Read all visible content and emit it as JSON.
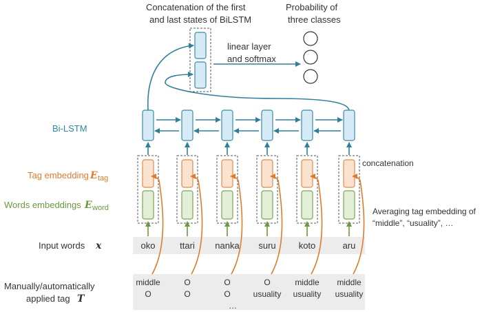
{
  "top": {
    "concat_title_line1": "Concatenation of the first",
    "concat_title_line2": "and last states of BiLSTM",
    "prob_title_line1": "Probability of",
    "prob_title_line2": "three classes",
    "linear_line1": "linear layer",
    "linear_line2": "and softmax"
  },
  "labels": {
    "bilstm": "Bi-LSTM",
    "tag_embedding": "Tag embedding",
    "tag_symbol": "E",
    "tag_sub": "tag",
    "word_embedding": "Words embeddings",
    "word_symbol": "E",
    "word_sub": "word",
    "input_words": "Input words",
    "input_symbol": "x",
    "applied_line1": "Manually/automatically",
    "applied_line2": "applied tag",
    "applied_symbol": "T",
    "concatenation": "concatenation",
    "averaging_line1": "Averaging tag embedding of",
    "averaging_line2": "“middle”, “usuality”, …"
  },
  "words": [
    "oko",
    "ttari",
    "nanka",
    "suru",
    "koto",
    "aru"
  ],
  "tags": [
    [
      "middle",
      "O"
    ],
    [
      "O",
      "O"
    ],
    [
      "O",
      "O",
      "…"
    ],
    [
      "O",
      "usuality"
    ],
    [
      "middle",
      "usuality"
    ],
    [
      "middle",
      "usuality"
    ]
  ],
  "colors": {
    "lstm_fill": "#d6ebf5",
    "lstm_stroke": "#3b8aa8",
    "tag_fill": "#fbe3d0",
    "tag_stroke": "#e08a4a",
    "word_fill": "#e3efd6",
    "word_stroke": "#7aa356",
    "orange_arrow": "#e07b2c",
    "teal_arrow": "#2f7f9a",
    "green_arrow": "#6b9a3a",
    "bilstm_label": "#2e86a8",
    "tag_label": "#e07b2c",
    "word_label": "#6b9a3a",
    "band": "#ececec"
  }
}
